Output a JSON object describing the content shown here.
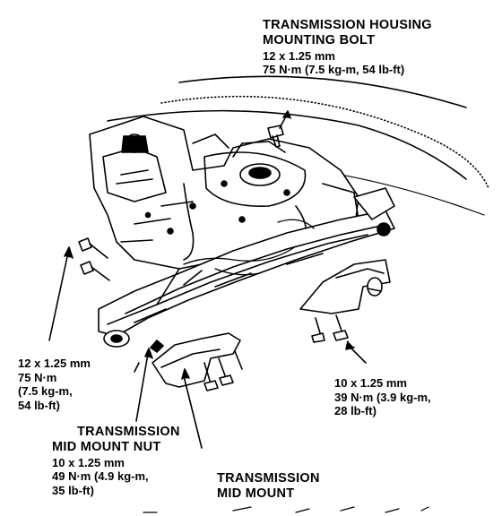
{
  "callouts": {
    "housing_bolt": {
      "title_line1": "TRANSMISSION HOUSING",
      "title_line2": "MOUNTING BOLT",
      "size": "12 x 1.25 mm",
      "torque": "75 N·m (7.5 kg-m, 54 lb-ft)"
    },
    "left_bolt": {
      "size": "12 x 1.25 mm",
      "torque_nm": "75 N·m",
      "torque_kgm": "(7.5 kg-m,",
      "torque_lbft": "54 lb-ft)"
    },
    "right_bolt": {
      "size": "10 x 1.25 mm",
      "torque_line1": "39 N·m (3.9 kg-m,",
      "torque_line2": "28 lb-ft)"
    },
    "mid_mount_nut": {
      "title_line1": "TRANSMISSION",
      "title_line2": "MID MOUNT NUT",
      "size": "10 x 1.25 mm",
      "torque_line1": "49 N·m (4.9 kg-m,",
      "torque_line2": "35 lb-ft)"
    },
    "mid_mount": {
      "title_line1": "TRANSMISSION",
      "title_line2": "MID MOUNT"
    }
  }
}
